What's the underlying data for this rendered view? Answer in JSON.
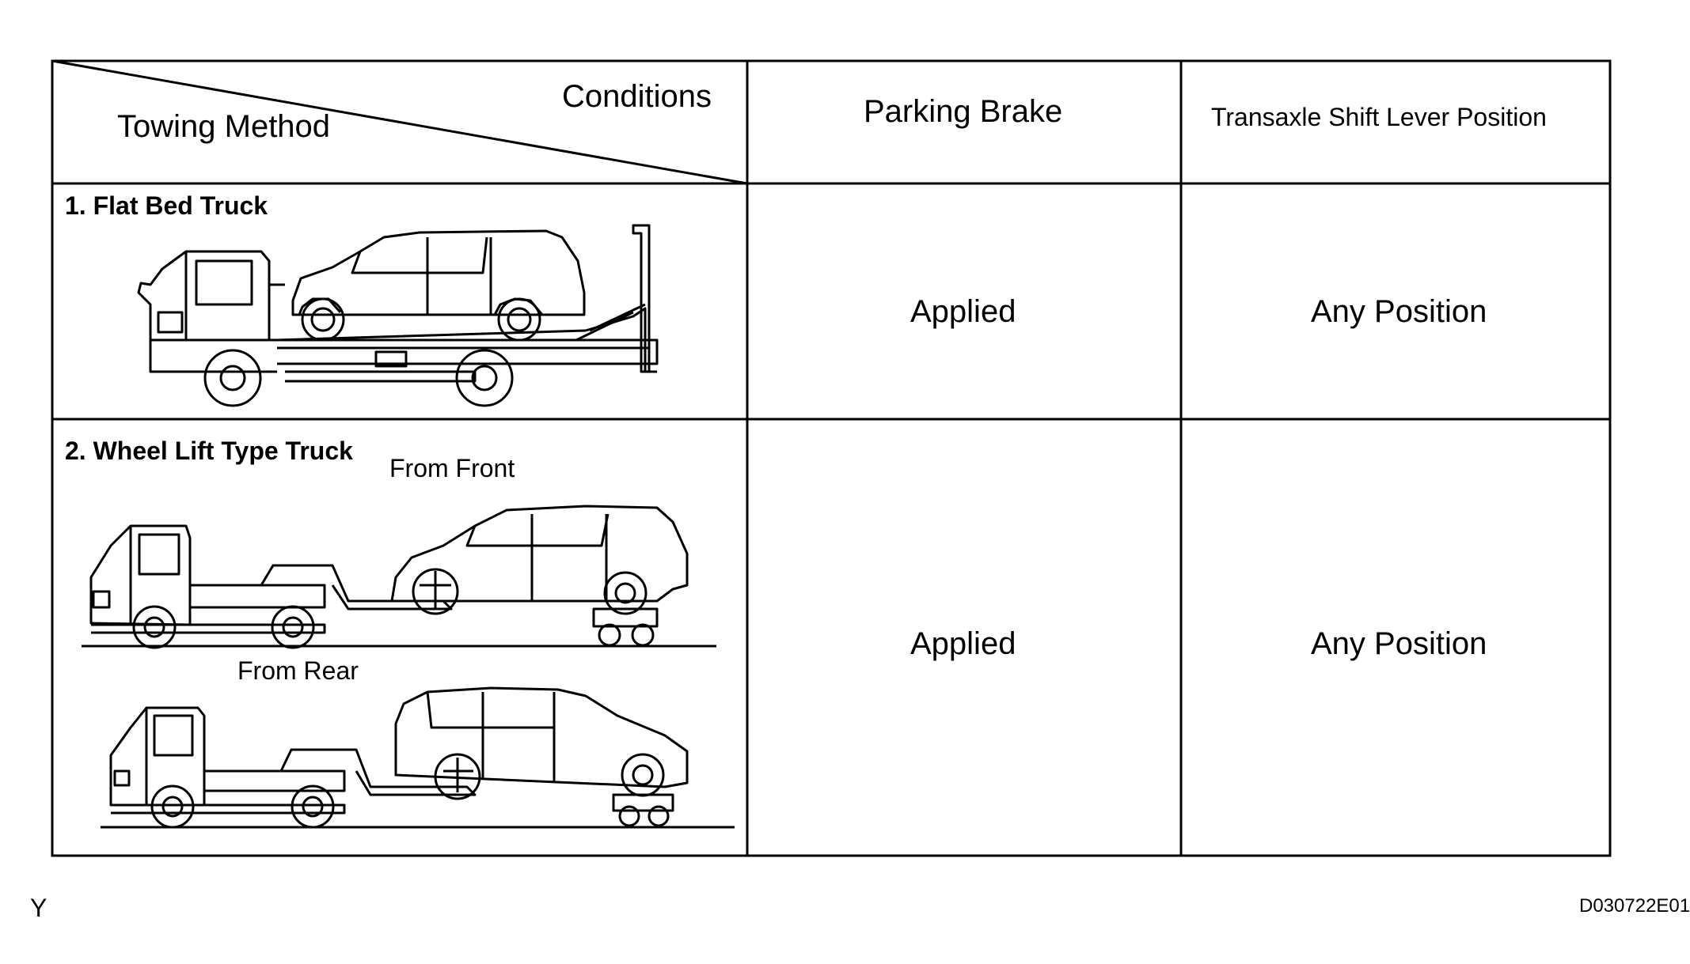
{
  "table": {
    "header": {
      "conditions": "Conditions",
      "towing_method": "Towing Method",
      "parking_brake": "Parking Brake",
      "shift_lever": "Transaxle Shift Lever Position"
    },
    "rows": [
      {
        "method": "1. Flat Bed Truck",
        "parking_brake": "Applied",
        "shift_lever": "Any Position"
      },
      {
        "method": "2. Wheel Lift Type Truck",
        "from_front": "From Front",
        "from_rear": "From Rear",
        "parking_brake": "Applied",
        "shift_lever": "Any Position"
      }
    ]
  },
  "footer": {
    "left_mark": "Y",
    "figure_code": "D030722E01"
  }
}
